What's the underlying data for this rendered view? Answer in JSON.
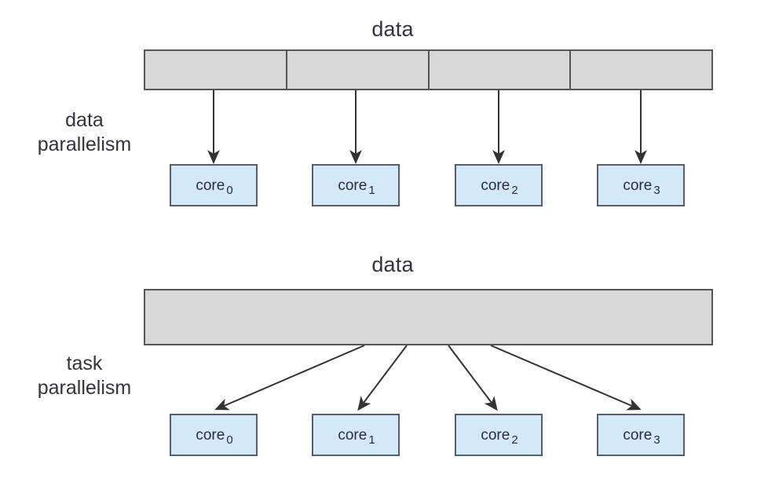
{
  "figure": {
    "caption_top": "data",
    "caption_bottom": "data",
    "background_color": "#ffffff"
  },
  "sections": [
    {
      "id": "data-parallelism",
      "label_line1": "data",
      "label_line2": "parallelism",
      "data_title": "data",
      "bar": {
        "segmented": true,
        "segment_count": 4,
        "fill_color": "#d8d8d8",
        "border_color": "#555555"
      },
      "arrow_style": "straight-vertical",
      "cores": [
        {
          "name": "core",
          "index": "0"
        },
        {
          "name": "core",
          "index": "1"
        },
        {
          "name": "core",
          "index": "2"
        },
        {
          "name": "core",
          "index": "3"
        }
      ]
    },
    {
      "id": "task-parallelism",
      "label_line1": "task",
      "label_line2": "parallelism",
      "data_title": "data",
      "bar": {
        "segmented": false,
        "segment_count": 1,
        "fill_color": "#d8d8d8",
        "border_color": "#555555"
      },
      "arrow_style": "diverging-from-center",
      "cores": [
        {
          "name": "core",
          "index": "0"
        },
        {
          "name": "core",
          "index": "1"
        },
        {
          "name": "core",
          "index": "2"
        },
        {
          "name": "core",
          "index": "3"
        }
      ]
    }
  ],
  "colors": {
    "core_fill": "#d4e9f7",
    "core_border": "#555f6b",
    "bar_fill": "#d8d8d8",
    "bar_border": "#555555",
    "arrow": "#333333",
    "text": "#33333f"
  }
}
